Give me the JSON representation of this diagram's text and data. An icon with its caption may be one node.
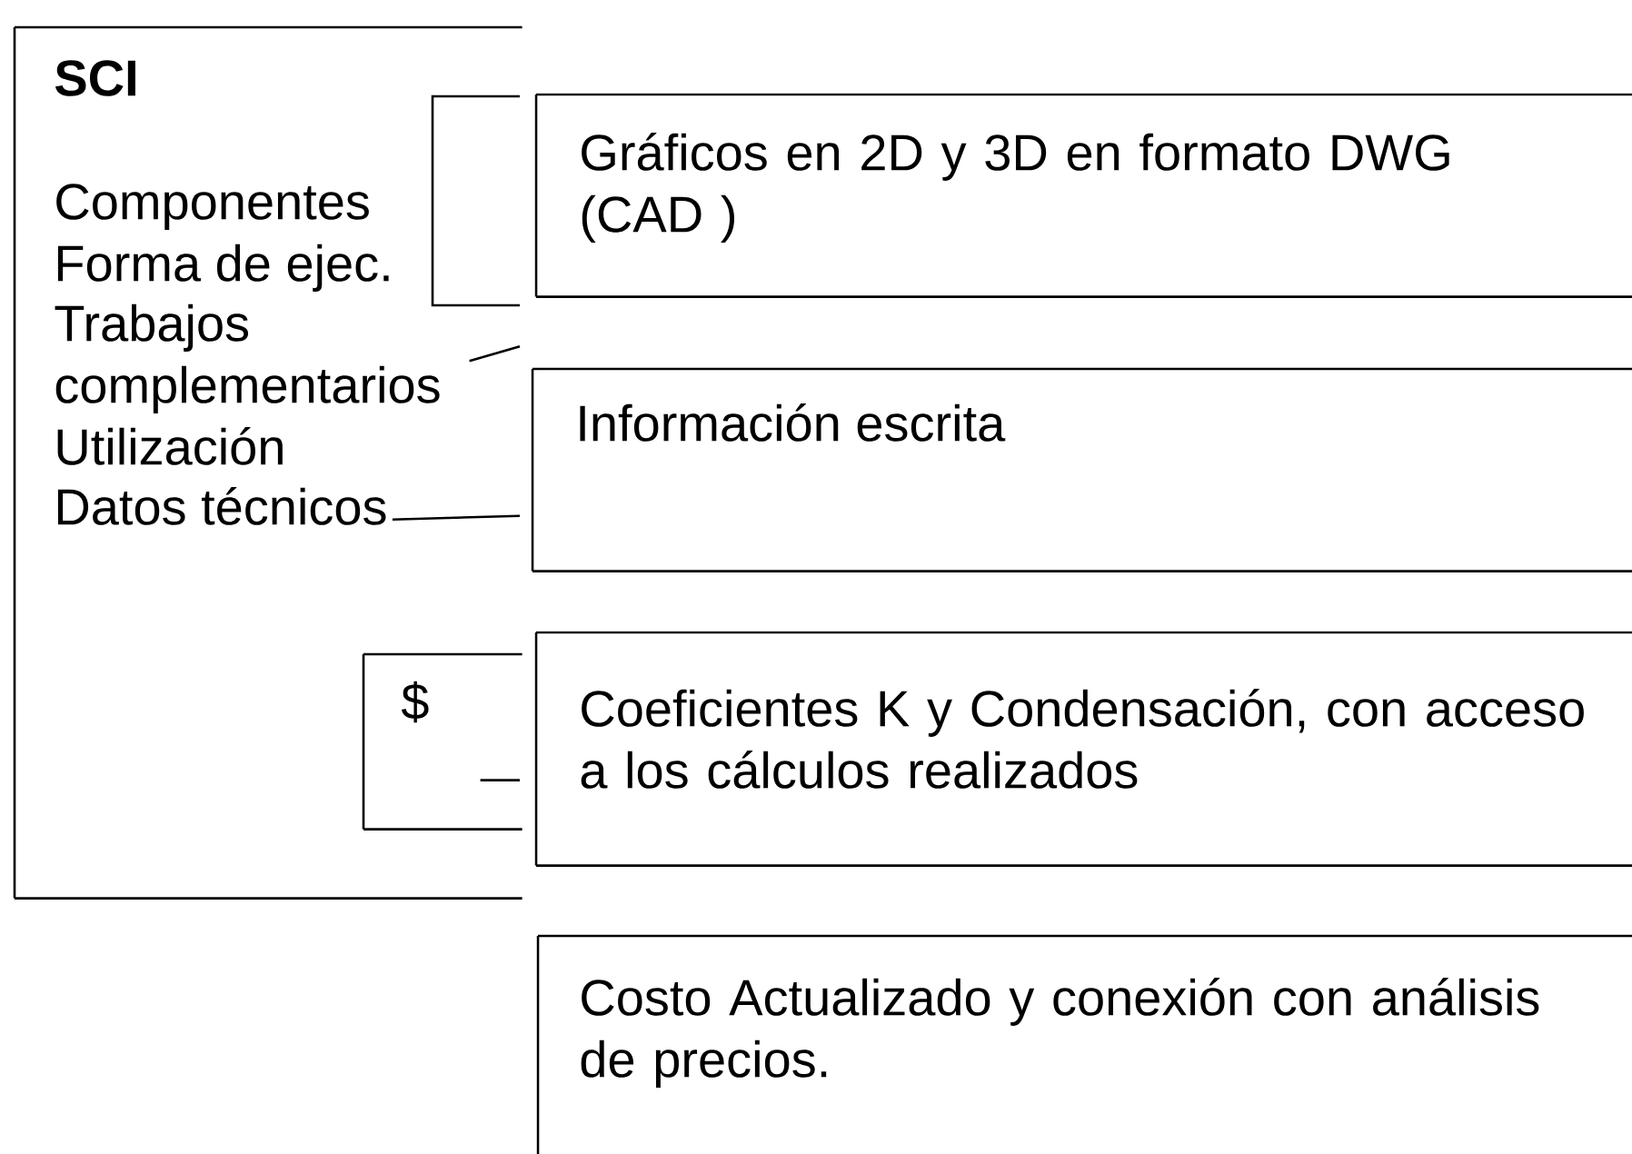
{
  "diagram": {
    "nodes": [
      {
        "text": [
          "SCI"
        ]
      },
      {
        "text": [
          "Componentes"
        ],
        "in": 0
      },
      {
        "text": [
          "Forma de ejec."
        ],
        "in": 0
      },
      {
        "text": [
          "Trabajos complementarios"
        ],
        "in": 0
      },
      {
        "text": [
          "Utilización"
        ],
        "in": 0
      },
      {
        "text": [
          "Datos técnicos"
        ],
        "in": 0
      },
      {
        "text": [
          "$"
        ],
        "in": 0
      },
      {
        "text": [
          "Gráficos en 2D y 3D en formato DWG (CAD )"
        ]
      },
      {
        "text": [
          "Información escrita"
        ]
      },
      {
        "text": [
          "Coeficientes K y Condensación, con acceso a los cálculos realizados"
        ]
      },
      {
        "text": [
          "Costo Actualizado y conexión con análisis de precios."
        ]
      }
    ],
    "edges": [
      {
        "from": 3,
        "to": null,
        "arrow": "none"
      },
      {
        "from": 5,
        "to": null,
        "arrow": "none"
      },
      {
        "from": 6,
        "to": null,
        "arrow": "none"
      }
    ]
  }
}
